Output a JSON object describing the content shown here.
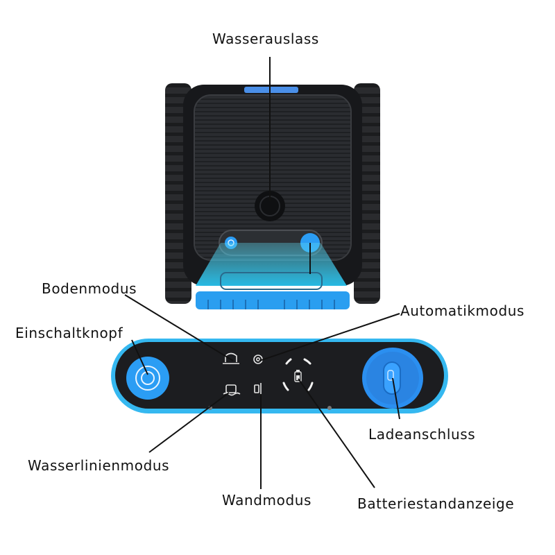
{
  "labels": {
    "water_outlet": "Wasserauslass",
    "floor_mode": "Bodenmodus",
    "auto_mode": "Automatikmodus",
    "power_button": "Einschaltknopf",
    "charging_port": "Ladeanschluss",
    "waterline_mode": "Wasserlinienmodus",
    "wall_mode": "Wandmodus",
    "battery_indicator": "Batteriestandanzeige"
  },
  "colors": {
    "accent_blue": "#2b9df4",
    "body_dark": "#1c1d20",
    "panel_rim": "#33b5ee",
    "text": "#111111"
  }
}
